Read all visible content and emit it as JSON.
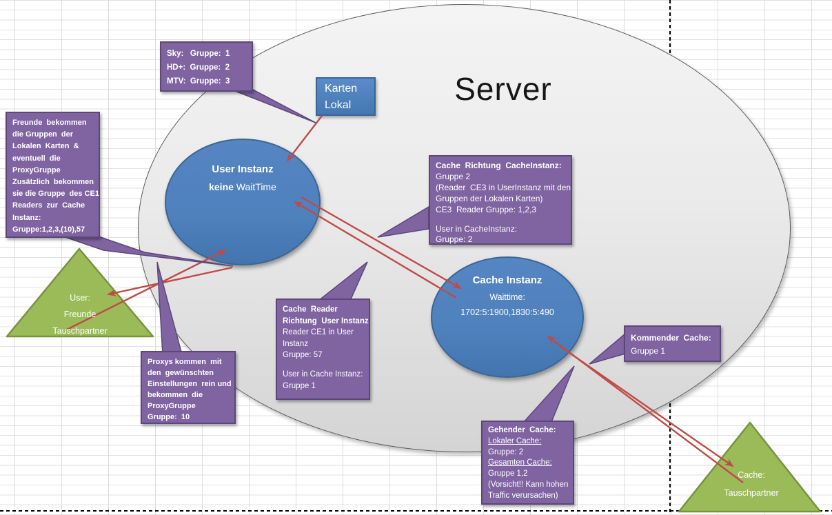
{
  "diagram": {
    "server_label": "Server",
    "karten": {
      "line1": "Karten",
      "line2": "Lokal"
    },
    "user_instanz": {
      "title": "User Instanz",
      "sub_bold": "keine",
      "sub_regular": " WaitTime"
    },
    "cache_instanz": {
      "title": "Cache Instanz",
      "sub1": "Waittime:",
      "sub2": "1702:5:1900,1830:5:490"
    },
    "triangle_user": {
      "lines": [
        "User:",
        "Freunde",
        "Tauschpartner"
      ]
    },
    "triangle_cache": {
      "lines": [
        "Cache:",
        "Tauschpartner"
      ]
    }
  },
  "callouts": {
    "sky": {
      "lines": [
        "Sky:   Gruppe:  1",
        "HD+:  Gruppe:  2",
        "MTV:  Gruppe:  3"
      ]
    },
    "freunde": {
      "lines": [
        "Freunde  bekommen",
        "die Gruppen  der",
        "Lokalen  Karten  &",
        "eventuell  die",
        "ProxyGruppe",
        "Zusätzlich  bekommen",
        "sie die Gruppe  des CE1",
        "Readers  zur  Cache",
        "Instanz:",
        "Gruppe:1,2,3,(10),57"
      ]
    },
    "cache_richtung": {
      "lines": [
        "Cache  Richtung  CacheInstanz:",
        "Gruppe 2",
        "(Reader  CE3 in UserInstanz mit den",
        "Gruppen der Lokalen Karten)",
        "CE3  Reader Gruppe: 1,2,3",
        "",
        "User in CacheInstanz:",
        "Gruppe: 2"
      ]
    },
    "cache_reader": {
      "lines": [
        "Cache  Reader",
        "Richtung  User Instanz",
        "Reader CE1 in User",
        "Instanz",
        "Gruppe: 57",
        "",
        "User in Cache Instanz:",
        "Gruppe 1"
      ]
    },
    "proxys": {
      "lines": [
        "Proxys kommen  mit",
        "den  gewünschten",
        "Einstellungen  rein und",
        "bekommen  die",
        "ProxyGruppe",
        "Gruppe:  10"
      ]
    },
    "kommender": {
      "lines": [
        "Kommender  Cache:",
        "Gruppe 1"
      ]
    },
    "gehender": {
      "lines": [
        "Gehender  Cache:",
        "Lokaler Cache:",
        "Gruppe: 2",
        "Gesamten Cache:",
        "Gruppe 1,2",
        "(Vorsicht!! Kann hohen",
        "Traffic verursachen)"
      ]
    }
  },
  "colors": {
    "purple_fill": "#8064A2",
    "purple_border": "#5B4778",
    "blue_fill": "#4F81BD",
    "blue_border": "#3A6596",
    "green_fill": "#9BBB59",
    "green_border": "#77933C",
    "arrow_red": "#BE4B48",
    "server_fill_top": "#F4F4F4",
    "server_fill_bottom": "#D4D4D4",
    "gridline": "#DCDCDC",
    "page_break": "#000000"
  }
}
